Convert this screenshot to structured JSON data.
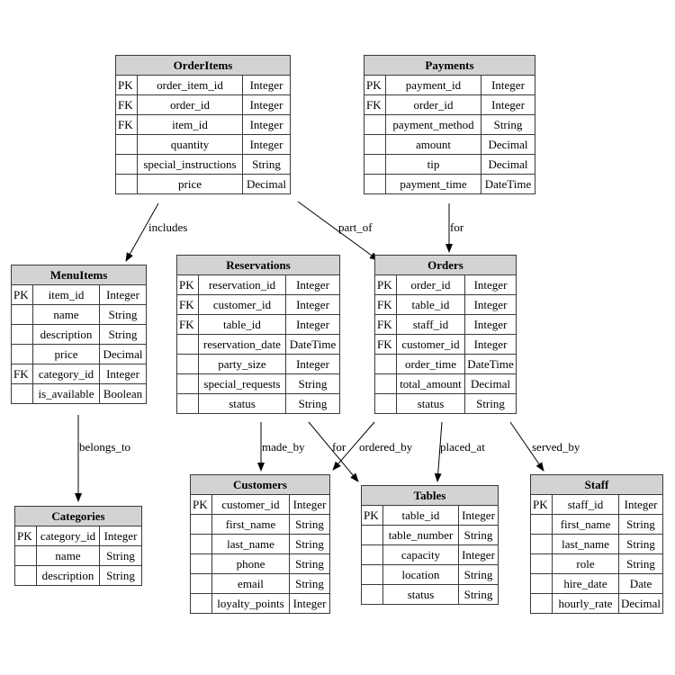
{
  "entities": {
    "orderitems": {
      "title": "OrderItems",
      "rows": [
        {
          "key": "PK",
          "name": "order_item_id",
          "type": "Integer"
        },
        {
          "key": "FK",
          "name": "order_id",
          "type": "Integer"
        },
        {
          "key": "FK",
          "name": "item_id",
          "type": "Integer"
        },
        {
          "key": "",
          "name": "quantity",
          "type": "Integer"
        },
        {
          "key": "",
          "name": "special_instructions",
          "type": "String"
        },
        {
          "key": "",
          "name": "price",
          "type": "Decimal"
        }
      ]
    },
    "payments": {
      "title": "Payments",
      "rows": [
        {
          "key": "PK",
          "name": "payment_id",
          "type": "Integer"
        },
        {
          "key": "FK",
          "name": "order_id",
          "type": "Integer"
        },
        {
          "key": "",
          "name": "payment_method",
          "type": "String"
        },
        {
          "key": "",
          "name": "amount",
          "type": "Decimal"
        },
        {
          "key": "",
          "name": "tip",
          "type": "Decimal"
        },
        {
          "key": "",
          "name": "payment_time",
          "type": "DateTime"
        }
      ]
    },
    "menuitems": {
      "title": "MenuItems",
      "rows": [
        {
          "key": "PK",
          "name": "item_id",
          "type": "Integer"
        },
        {
          "key": "",
          "name": "name",
          "type": "String"
        },
        {
          "key": "",
          "name": "description",
          "type": "String"
        },
        {
          "key": "",
          "name": "price",
          "type": "Decimal"
        },
        {
          "key": "FK",
          "name": "category_id",
          "type": "Integer"
        },
        {
          "key": "",
          "name": "is_available",
          "type": "Boolean"
        }
      ]
    },
    "reservations": {
      "title": "Reservations",
      "rows": [
        {
          "key": "PK",
          "name": "reservation_id",
          "type": "Integer"
        },
        {
          "key": "FK",
          "name": "customer_id",
          "type": "Integer"
        },
        {
          "key": "FK",
          "name": "table_id",
          "type": "Integer"
        },
        {
          "key": "",
          "name": "reservation_date",
          "type": "DateTime"
        },
        {
          "key": "",
          "name": "party_size",
          "type": "Integer"
        },
        {
          "key": "",
          "name": "special_requests",
          "type": "String"
        },
        {
          "key": "",
          "name": "status",
          "type": "String"
        }
      ]
    },
    "orders": {
      "title": "Orders",
      "rows": [
        {
          "key": "PK",
          "name": "order_id",
          "type": "Integer"
        },
        {
          "key": "FK",
          "name": "table_id",
          "type": "Integer"
        },
        {
          "key": "FK",
          "name": "staff_id",
          "type": "Integer"
        },
        {
          "key": "FK",
          "name": "customer_id",
          "type": "Integer"
        },
        {
          "key": "",
          "name": "order_time",
          "type": "DateTime"
        },
        {
          "key": "",
          "name": "total_amount",
          "type": "Decimal"
        },
        {
          "key": "",
          "name": "status",
          "type": "String"
        }
      ]
    },
    "categories": {
      "title": "Categories",
      "rows": [
        {
          "key": "PK",
          "name": "category_id",
          "type": "Integer"
        },
        {
          "key": "",
          "name": "name",
          "type": "String"
        },
        {
          "key": "",
          "name": "description",
          "type": "String"
        }
      ]
    },
    "customers": {
      "title": "Customers",
      "rows": [
        {
          "key": "PK",
          "name": "customer_id",
          "type": "Integer"
        },
        {
          "key": "",
          "name": "first_name",
          "type": "String"
        },
        {
          "key": "",
          "name": "last_name",
          "type": "String"
        },
        {
          "key": "",
          "name": "phone",
          "type": "String"
        },
        {
          "key": "",
          "name": "email",
          "type": "String"
        },
        {
          "key": "",
          "name": "loyalty_points",
          "type": "Integer"
        }
      ]
    },
    "tables": {
      "title": "Tables",
      "rows": [
        {
          "key": "PK",
          "name": "table_id",
          "type": "Integer"
        },
        {
          "key": "",
          "name": "table_number",
          "type": "String"
        },
        {
          "key": "",
          "name": "capacity",
          "type": "Integer"
        },
        {
          "key": "",
          "name": "location",
          "type": "String"
        },
        {
          "key": "",
          "name": "status",
          "type": "String"
        }
      ]
    },
    "staff": {
      "title": "Staff",
      "rows": [
        {
          "key": "PK",
          "name": "staff_id",
          "type": "Integer"
        },
        {
          "key": "",
          "name": "first_name",
          "type": "String"
        },
        {
          "key": "",
          "name": "last_name",
          "type": "String"
        },
        {
          "key": "",
          "name": "role",
          "type": "String"
        },
        {
          "key": "",
          "name": "hire_date",
          "type": "Date"
        },
        {
          "key": "",
          "name": "hourly_rate",
          "type": "Decimal"
        }
      ]
    }
  },
  "relationships": {
    "includes": "includes",
    "part_of": "part_of",
    "for_payment": "for",
    "belongs_to": "belongs_to",
    "made_by": "made_by",
    "for_reservation": "for",
    "ordered_by": "ordered_by",
    "placed_at": "placed_at",
    "served_by": "served_by"
  }
}
